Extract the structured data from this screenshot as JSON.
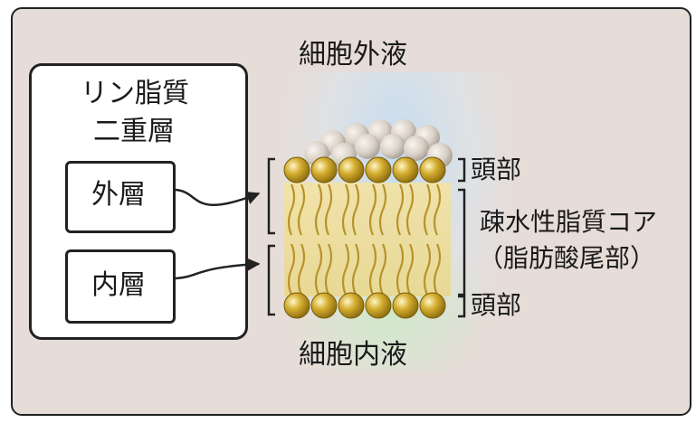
{
  "diagram": {
    "outside_label": "細胞外液",
    "inside_label": "細胞内液",
    "panel_title_line1": "リン脂質",
    "panel_title_line2": "二重層",
    "outer_layer_label": "外層",
    "inner_layer_label": "内層",
    "head_top_label": "頭部",
    "head_bottom_label": "頭部",
    "core_label_line1": "疎水性脂質コア",
    "core_label_line2": "（脂肪酸尾部）"
  },
  "colors": {
    "frame_bg": "#e6ddd8",
    "head_gold": "#d4ad2e",
    "tail_gold": "#c7a234",
    "back_head": "#d8d0c6"
  }
}
